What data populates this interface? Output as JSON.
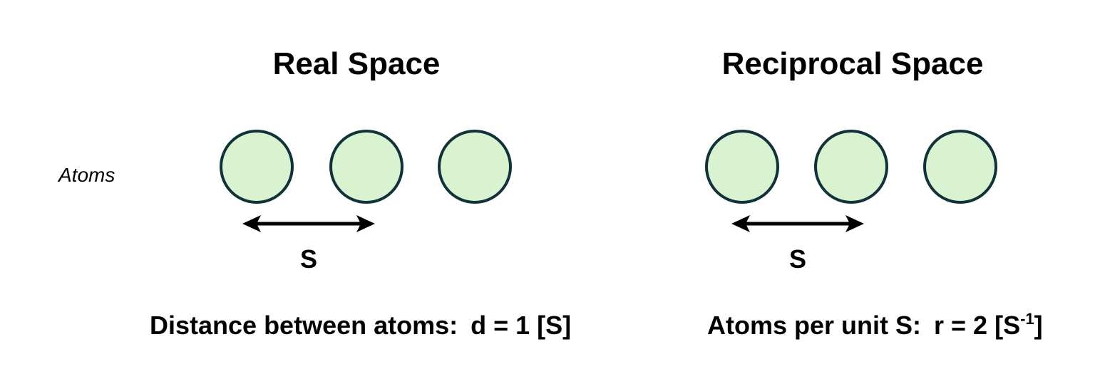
{
  "real_space": {
    "title": "Real Space",
    "row_label": "Atoms",
    "spacing_label": "S",
    "caption_prefix": "Distance between atoms:",
    "caption_formula": "d = 1 [S]"
  },
  "reciprocal_space": {
    "title": "Reciprocal Space",
    "spacing_label": "S",
    "caption_prefix": "Atoms per unit S:",
    "caption_formula_start": "r = 2 [S",
    "caption_exponent": "-1",
    "caption_formula_end": "]"
  },
  "colors": {
    "atom_fill": "#d9f2d0",
    "atom_stroke": "#10323a",
    "arrow": "#000000"
  }
}
